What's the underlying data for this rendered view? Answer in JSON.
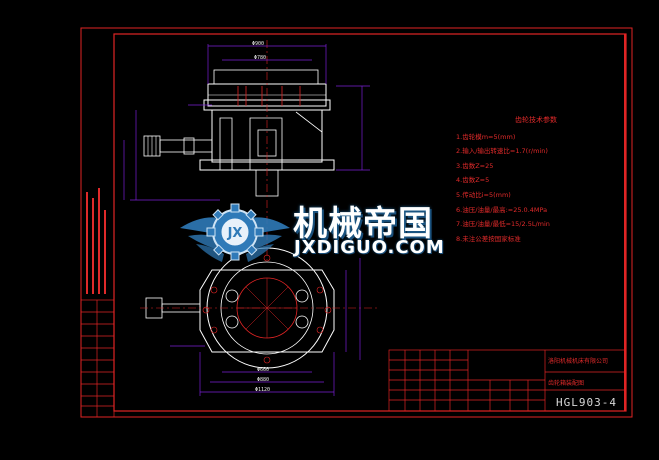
{
  "notes": {
    "title": "齿轮技术参数",
    "lines": [
      "1.齿轮模m=5(mm)",
      "2.输入/输出转速比=1.7(r/min)",
      "3.齿数Z=25",
      "4.齿数Z=5",
      "5.传动比i=5(mm)",
      "6.油压/油量/最高:=25.0.4MPa",
      "7.油压/油量/最低=15/2.5L/min",
      "8.未注公差按国家标准"
    ]
  },
  "logo": {
    "text": "机械帝国",
    "url": "JXDIGUO.COM",
    "badge": "JX"
  },
  "title_block": {
    "company": "洛阳机械机床有限公司",
    "drawing_name": "齿轮箱装配图",
    "drawing_code": "HGL903-4"
  },
  "dimensions": {
    "top_overall": "Φ900",
    "top_inner": "Φ780",
    "bottom_d1": "Φ660",
    "bottom_d2": "Φ880",
    "bottom_d3": "Φ1120"
  },
  "colors": {
    "frame": "#e02424",
    "drawing": "#ffffff",
    "dim_lines": "#7a1fd6",
    "center_lines": "#e02424",
    "logo_blue": "#2f7ab8"
  }
}
